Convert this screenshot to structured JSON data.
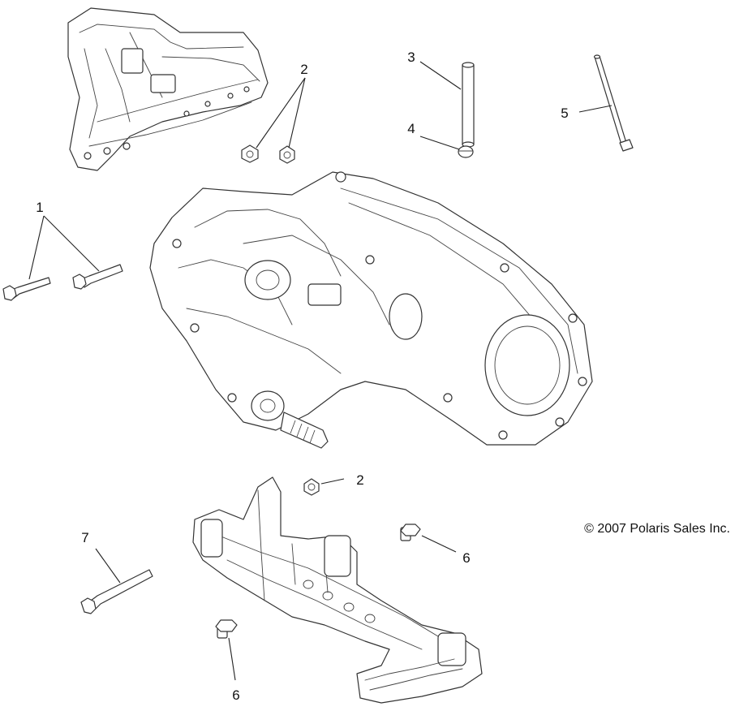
{
  "callouts": [
    {
      "id": "1",
      "label": "1"
    },
    {
      "id": "2a",
      "label": "2"
    },
    {
      "id": "2b",
      "label": "2"
    },
    {
      "id": "3",
      "label": "3"
    },
    {
      "id": "4",
      "label": "4"
    },
    {
      "id": "5",
      "label": "5"
    },
    {
      "id": "6a",
      "label": "6"
    },
    {
      "id": "6b",
      "label": "6"
    },
    {
      "id": "7",
      "label": "7"
    }
  ],
  "copyright": "© 2007 Polaris Sales Inc."
}
